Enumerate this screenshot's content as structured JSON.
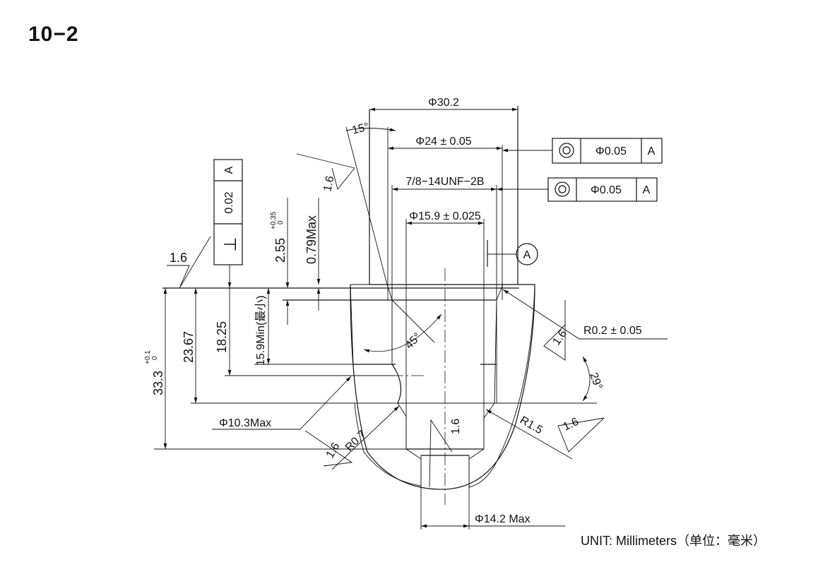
{
  "title": "10−2",
  "unit_note": "UNIT: Millimeters（单位：毫米）",
  "dims": {
    "d30": "Φ30.2",
    "d24": "Φ24 ± 0.05",
    "thread": "7/8−14UNF−2B",
    "d15": "Φ15.9 ± 0.025",
    "angle15": "15°",
    "angle45": "45°",
    "angle29": "29°",
    "h255": "2.55",
    "h255_tol_upper": "+0.35",
    "h255_tol_lower": "0",
    "h079": "0.79Max",
    "h333": "33.3",
    "h333_tol_upper": "+0.1",
    "h333_tol_lower": "0",
    "h2367": "23.67",
    "h1825": "18.25",
    "h159": "15.9Min(最小)",
    "r02": "R0.2 ± 0.05",
    "r07": "R0.7",
    "r15": "R1.5",
    "d103": "Φ10.3Max",
    "d142": "Φ14.2 Max"
  },
  "fcf": [
    {
      "symbol": "◎",
      "tolerance": "Φ0.05",
      "datum": "A"
    },
    {
      "symbol": "◎",
      "tolerance": "Φ0.05",
      "datum": "A"
    },
    {
      "symbol": "⊥",
      "tolerance": "0.02",
      "datum": "A"
    }
  ],
  "datum_label": "A",
  "roughness": "1.6"
}
